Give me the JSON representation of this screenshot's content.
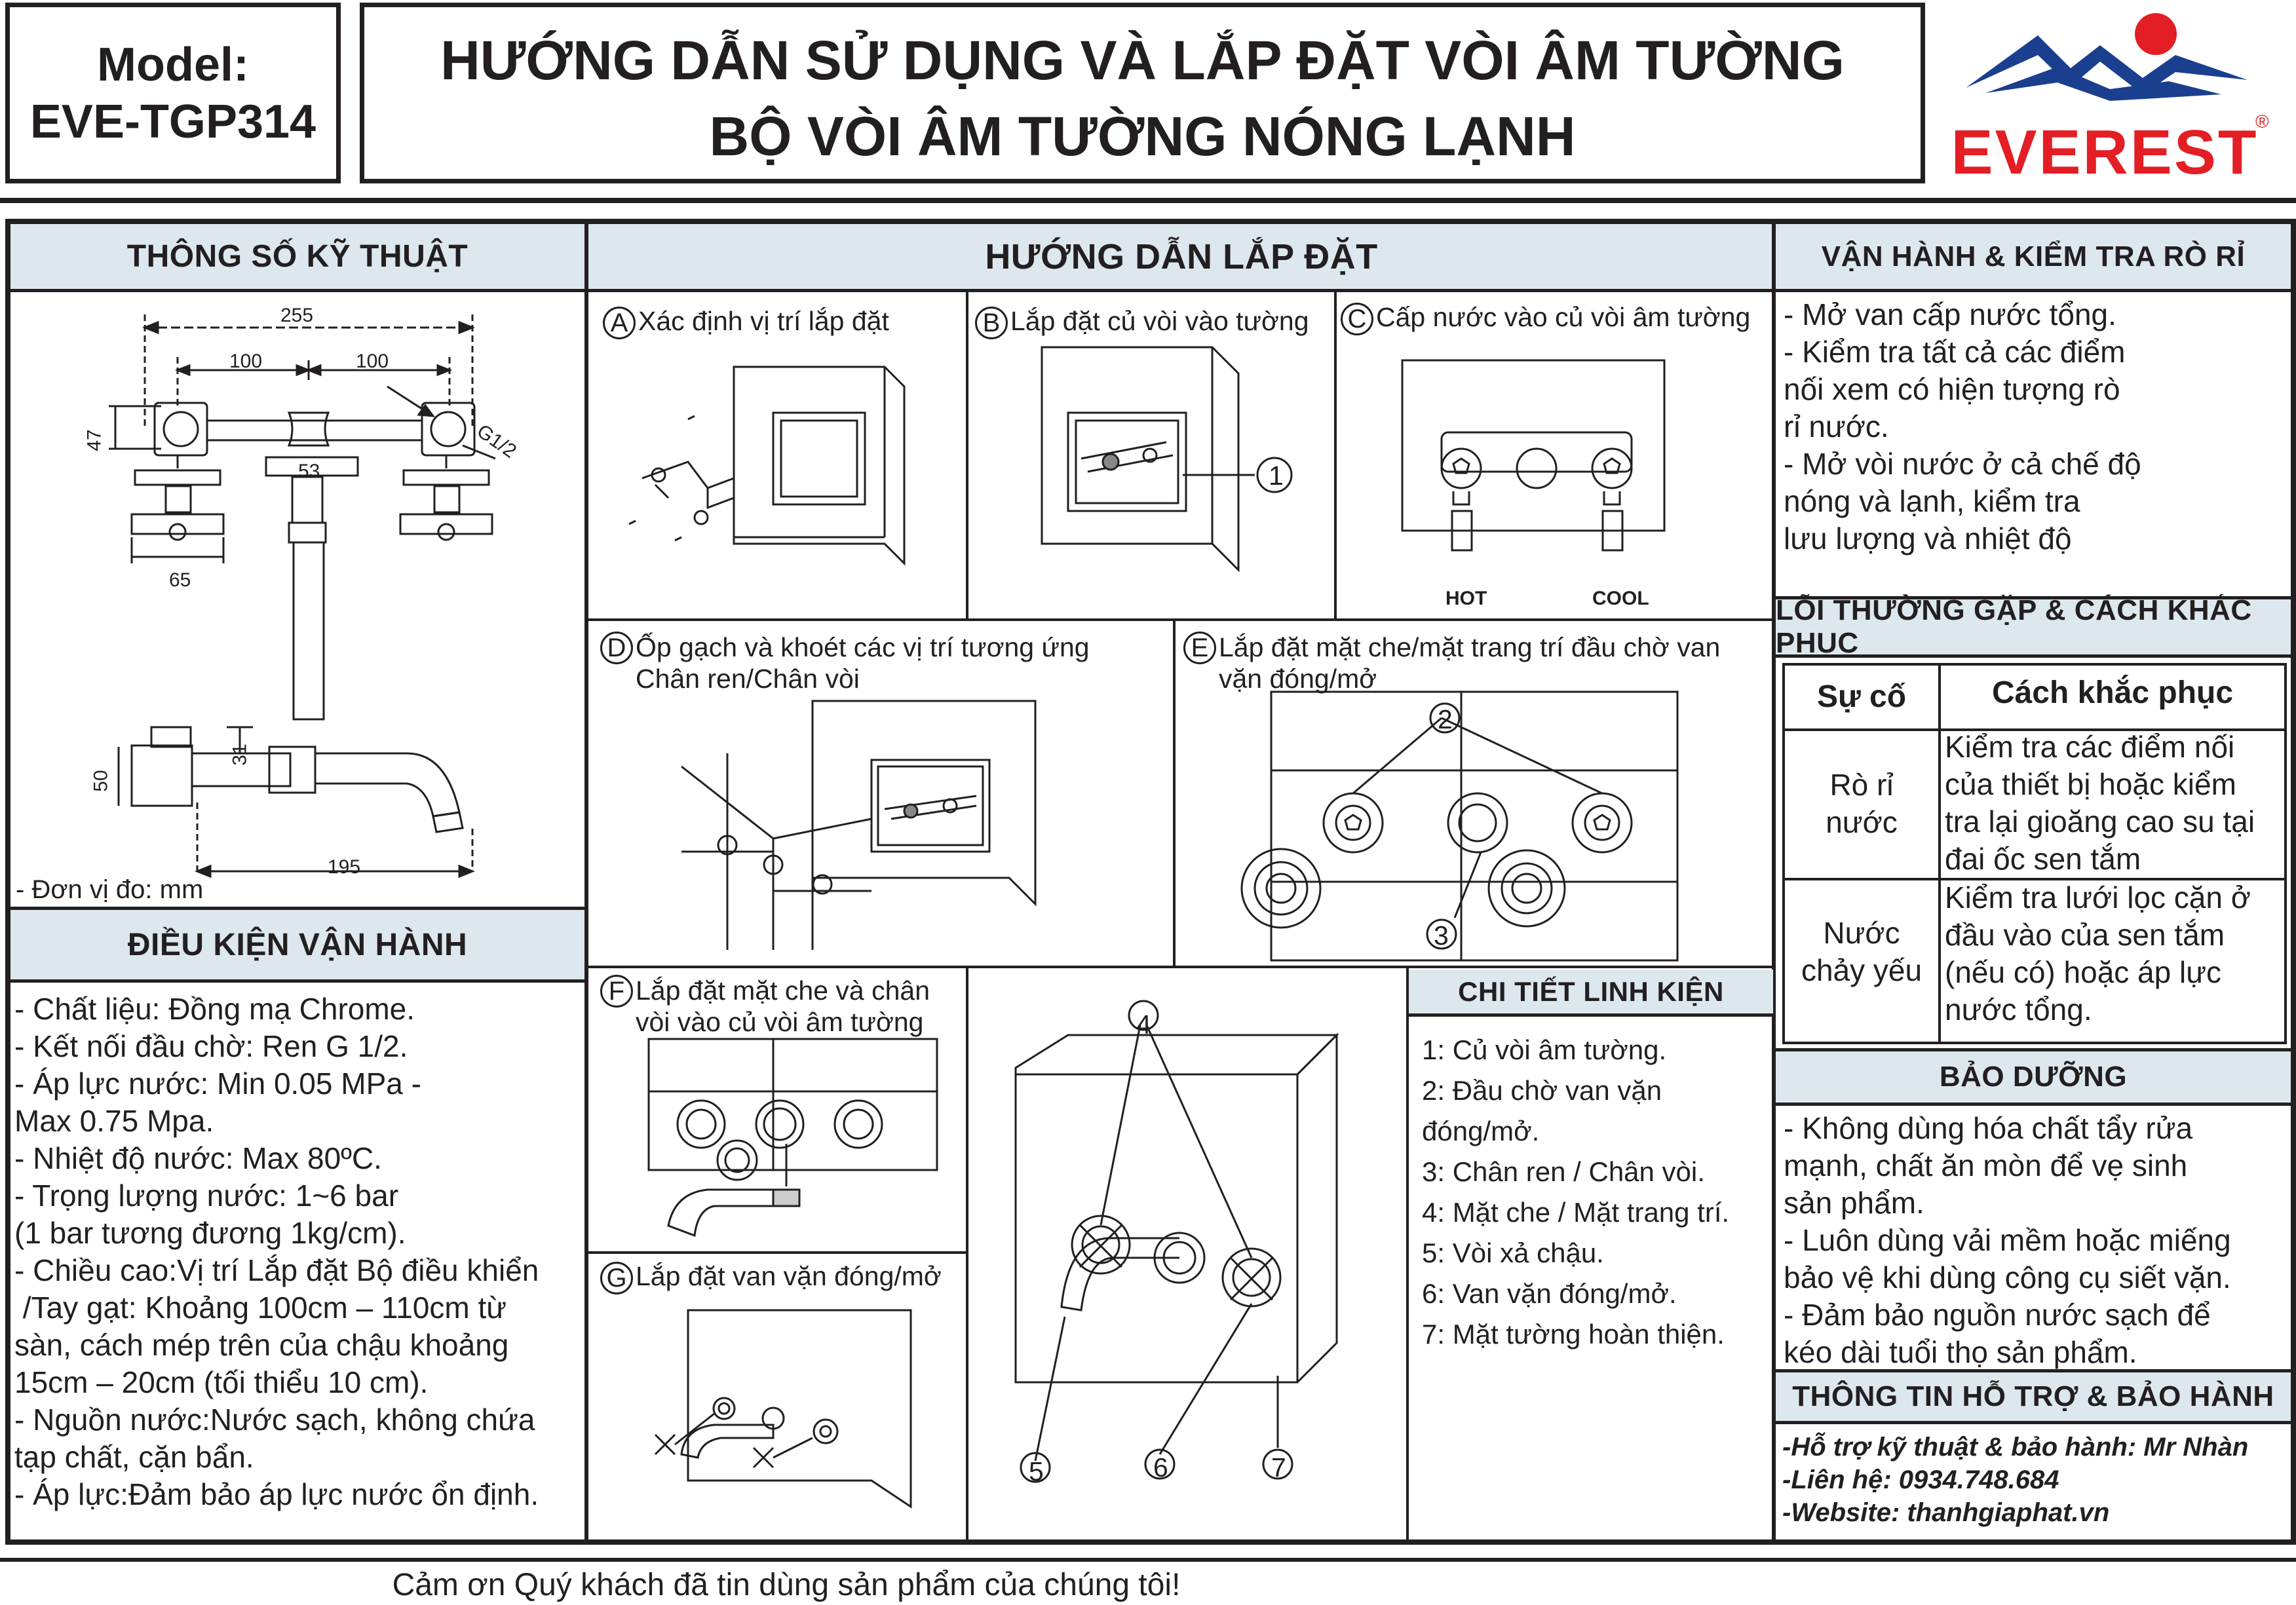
{
  "header": {
    "model_label": "Model:",
    "model_code": "EVE-TGP314",
    "title_line1": "HƯỚNG DẪN SỬ DỤNG VÀ LẮP ĐẶT VÒI ÂM TƯỜNG",
    "title_line2": "BỘ VÒI ÂM TƯỜNG NÓNG LẠNH",
    "brand": "EVEREST",
    "brand_reg": "®",
    "brand_color": "#e31e24",
    "logo_color": "#1b3f8f"
  },
  "specs": {
    "title": "THÔNG SỐ KỸ THUẬT",
    "dim_255": "255",
    "dim_100a": "100",
    "dim_100b": "100",
    "dim_47": "47",
    "dim_53": "53",
    "dim_g12": "G1/2",
    "dim_65": "65",
    "dim_50": "50",
    "dim_31": "31",
    "dim_195": "195",
    "unit": "- Đơn vị đo: mm"
  },
  "operating": {
    "title": "ĐIỀU KIỆN VẬN HÀNH",
    "lines": [
      "- Chất liệu: Đồng mạ Chrome.",
      "- Kết nối đầu chờ: Ren G 1/2.",
      "- Áp lực nước: Min 0.05 MPa -",
      "Max 0.75 Mpa.",
      "- Nhiệt độ nước: Max 80ºC.",
      "- Trọng lượng nước: 1~6 bar",
      "(1 bar tương đương 1kg/cm).",
      "- Chiều cao:Vị trí Lắp đặt Bộ điều khiển",
      " /Tay gạt: Khoảng 100cm – 110cm từ",
      "sàn, cách mép trên của chậu khoảng",
      "15cm – 20cm (tối thiểu 10 cm).",
      "- Nguồn nước:Nước sạch, không chứa",
      "tạp chất, cặn bẩn.",
      "- Áp lực:Đảm bảo áp lực nước ổn định."
    ]
  },
  "install": {
    "title": "HƯỚNG DẪN LẮP ĐẶT",
    "a": {
      "letter": "A",
      "label": "Xác định vị trí lắp đặt"
    },
    "b": {
      "letter": "B",
      "label": "Lắp đặt củ vòi vào tường",
      "callout": "1"
    },
    "c": {
      "letter": "C",
      "label": "Cấp nước vào củ vòi âm tường",
      "hot": "HOT",
      "cool": "COOL"
    },
    "d": {
      "letter": "D",
      "label": "Ốp gạch và khoét các vị trí tương ứng\nChân ren/Chân vòi"
    },
    "e": {
      "letter": "E",
      "label": "Lắp đặt mặt che/mặt trang trí đầu chờ van\nvặn đóng/mở",
      "callout2": "2",
      "callout3": "3"
    },
    "f": {
      "letter": "F",
      "label": "Lắp đặt mặt che và chân\nvòi vào củ vòi âm tường"
    },
    "g": {
      "letter": "G",
      "label": "Lắp đặt van vặn đóng/mở"
    },
    "main": {
      "c4": "4",
      "c5": "5",
      "c6": "6",
      "c7": "7"
    }
  },
  "parts": {
    "title": "CHI TIẾT LINH KIỆN",
    "items": [
      "1: Củ vòi âm tường.",
      "2: Đầu chờ van vặn",
      "đóng/mở.",
      "3: Chân ren / Chân vòi.",
      "4: Mặt che / Mặt trang trí.",
      "5: Vòi xả chậu.",
      "6: Van vặn đóng/mở.",
      "7: Mặt tường hoàn thiện."
    ]
  },
  "leak": {
    "title": "VẬN HÀNH & KIỂM TRA RÒ RỈ",
    "lines": [
      "- Mở van cấp nước tổng.",
      "- Kiểm tra tất cả các điểm",
      "nối xem có hiện tượng rò",
      "rỉ nước.",
      "- Mở vòi nước ở cả chế độ",
      "nóng và lạnh, kiểm tra",
      "lưu lượng và nhiệt độ"
    ]
  },
  "faults": {
    "title": "LỖI THƯỜNG GẶP & CÁCH KHẮC PHỤC",
    "col1": "Sự cố",
    "col2": "Cách khắc phục",
    "rows": [
      {
        "issue": "Rò rỉ\nnước",
        "fix": "Kiểm tra các điểm nối\ncủa thiết bị hoặc kiểm\ntra lại gioăng cao su tại\nđai ốc sen tắm"
      },
      {
        "issue": "Nước\nchảy yếu",
        "fix": "Kiểm tra lưới lọc cặn ở\nđầu vào của sen tắm\n(nếu có) hoặc áp lực\nnước tổng."
      }
    ]
  },
  "maintenance": {
    "title": "BẢO DƯỠNG",
    "lines": [
      "- Không dùng hóa chất tẩy rửa",
      "mạnh, chất ăn mòn để vẹ sinh",
      "sản phẩm.",
      "- Luôn dùng vải mềm hoặc miếng",
      "bảo vệ khi dùng công cụ siết vặn.",
      "- Đảm bảo nguồn nước sạch để",
      "kéo dài tuổi thọ sản phẩm."
    ]
  },
  "support": {
    "title": "THÔNG TIN HỖ TRỢ & BẢO HÀNH",
    "line1": "-Hỗ trợ kỹ thuật & bảo hành: Mr Nhàn",
    "line2": "-Liên hệ: 0934.748.684",
    "line3": "-Website: thanhgiaphat.vn"
  },
  "footer": {
    "thanks": "Cảm ơn Quý khách đã tin dùng sản phẩm của chúng tôi!"
  }
}
